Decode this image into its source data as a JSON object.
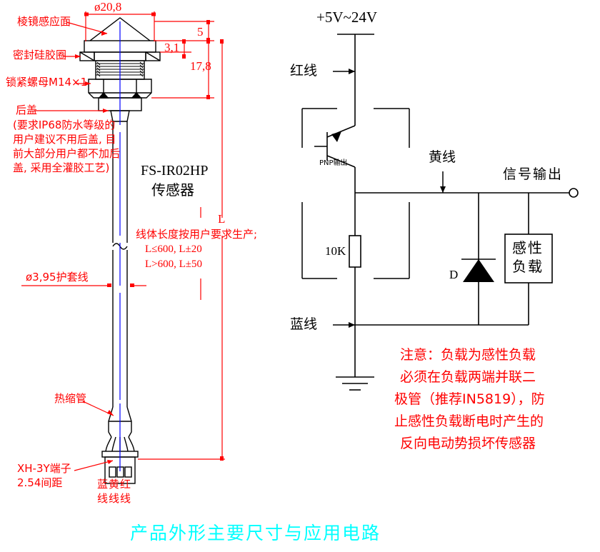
{
  "title_bottom": "产品外形主要尺寸与应用电路",
  "mechanical": {
    "dim_diameter_top": "ø20,8",
    "dim_5": "5",
    "dim_3_1": "3,1",
    "dim_17_8": "17,8",
    "dim_L": "L",
    "label_prism": "棱镜感应面",
    "label_seal": "密封硅胶圈",
    "label_nut": "锁紧螺母M14×1",
    "label_backcap": "后盖",
    "note_backcap_l1": "(要求IP68防水等级的",
    "note_backcap_l2": "用户建议不用后盖, 目",
    "note_backcap_l3": "前大部分用户都不加后",
    "note_backcap_l4": "盖, 采用全灌胶工艺)",
    "label_cable": "ø3,95护套线",
    "label_shrink": "热缩管",
    "label_terminal_l1": "XH-3Y端子",
    "label_terminal_l2": "2.54间距",
    "label_wires_l1": "蓝黄红",
    "label_wires_l2": "线线线",
    "note_len_l1": "线体长度按用户要求生产;",
    "note_len_l2": "L≤600, L±20",
    "note_len_l3": "L>600, L±50"
  },
  "circuit": {
    "supply": "+5V~24V",
    "sensor_name": "FS-IR02HP",
    "sensor_word": "传感器",
    "wire_red": "红线",
    "wire_yellow": "黄线",
    "wire_blue": "蓝线",
    "transistor_label": "PNP输出",
    "resistor_label": "10K",
    "diode_label": "D",
    "load_l1": "感性",
    "load_l2": "负载",
    "signal_output": "信号输出",
    "warning_l1": "注意：负载为感性负载",
    "warning_l2": "必须在负载两端并联二",
    "warning_l3": "极管（推荐IN5819），防",
    "warning_l4": "止感性负载断电时产生的",
    "warning_l5": "反向电动势损坏传感器"
  },
  "colors": {
    "annotation_red": "#ff0000",
    "circuit_black": "#000000",
    "title_cyan": "#00ffff",
    "axis_blue": "#0000ff"
  }
}
